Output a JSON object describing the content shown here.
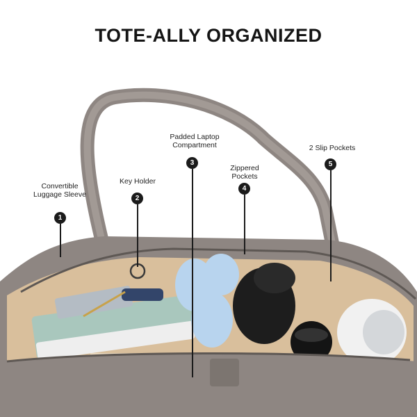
{
  "title": "TOTE-ALLY ORGANIZED",
  "callouts": [
    {
      "number": "1",
      "label": "Convertible Luggage Sleeve"
    },
    {
      "number": "2",
      "label": "Key Holder"
    },
    {
      "number": "3",
      "label": "Padded Laptop Compartment"
    },
    {
      "number": "4",
      "label": "Zippered Pockets"
    },
    {
      "number": "5",
      "label": "2 Slip Pockets"
    }
  ],
  "colors": {
    "bag": "#8e8682",
    "bag_dark": "#6f6864",
    "lining": "#d9bf9c",
    "badge": "#1b1b1b"
  }
}
